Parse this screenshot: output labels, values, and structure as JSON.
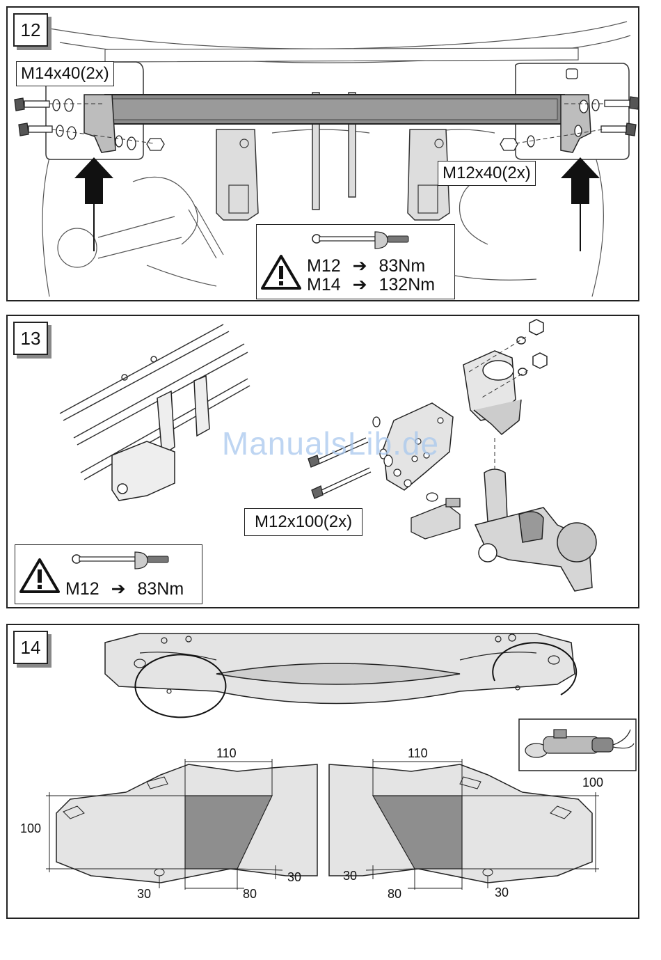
{
  "steps": {
    "s12": {
      "number": "12",
      "bolt_left": "M14x40(2x)",
      "bolt_right": "M12x40(2x)",
      "torque": [
        {
          "bolt": "M12",
          "arrow": "➔",
          "value": "83Nm"
        },
        {
          "bolt": "M14",
          "arrow": "➔",
          "value": "132Nm"
        }
      ]
    },
    "s13": {
      "number": "13",
      "bolt": "M12x100(2x)",
      "torque": [
        {
          "bolt": "M12",
          "arrow": "➔",
          "value": "83Nm"
        }
      ]
    },
    "s14": {
      "number": "14",
      "dims": {
        "top_left": "110",
        "top_right": "110",
        "height_left": "100",
        "height_right": "100",
        "bottom_left_a": "30",
        "bottom_left_b": "80",
        "bottom_left_c": "30",
        "bottom_right_a": "30",
        "bottom_right_b": "80",
        "bottom_right_c": "30"
      }
    }
  },
  "icons": [
    "warning-triangle-icon",
    "torque-wrench-icon",
    "angle-grinder-icon"
  ],
  "watermark": "ManualsLib.de",
  "colors": {
    "line": "#222222",
    "fill_light": "#e6e6e6",
    "fill_mid": "#bdbdbd",
    "fill_dark": "#8a8a8a",
    "watermark": "#a9c8ee"
  }
}
